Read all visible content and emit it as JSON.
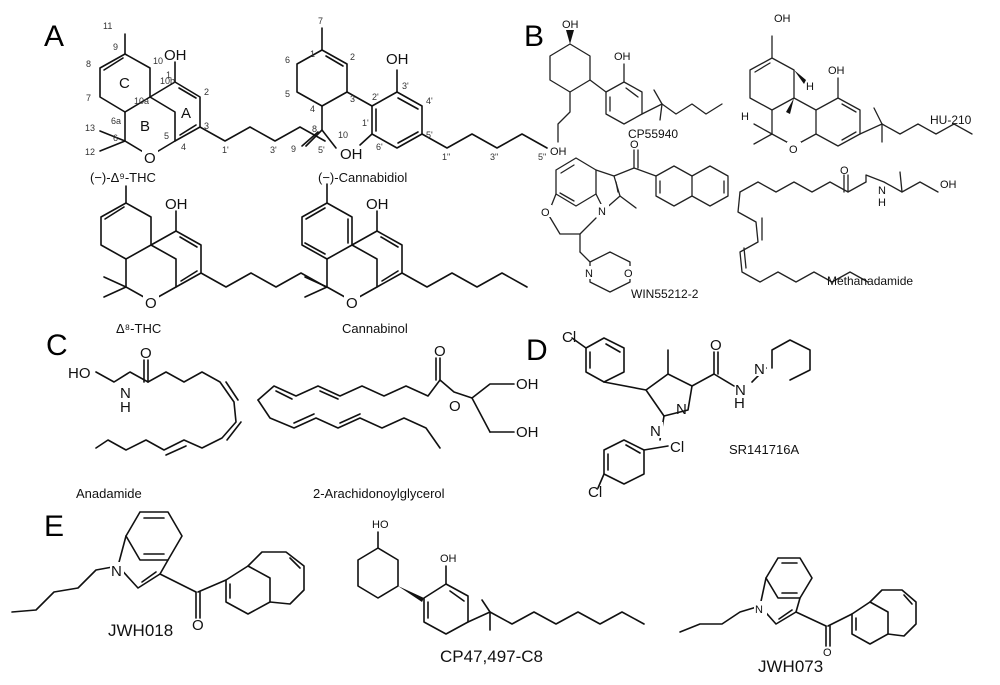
{
  "panels": {
    "A": {
      "letter": "A",
      "compounds": [
        {
          "name": "(−)-Δ⁹-THC",
          "ring_labels": [
            "C",
            "B",
            "A"
          ]
        },
        {
          "name": "(−)-Cannabidiol"
        },
        {
          "name": "Δ⁸-THC"
        },
        {
          "name": "Cannabinol"
        }
      ]
    },
    "B": {
      "letter": "B",
      "compounds": [
        {
          "name": "CP55940"
        },
        {
          "name": "HU-210"
        },
        {
          "name": "WIN55212-2"
        },
        {
          "name": "Methanadamide"
        }
      ]
    },
    "C": {
      "letter": "C",
      "compounds": [
        {
          "name": "Anadamide"
        },
        {
          "name": "2-Arachidonoylglycerol"
        }
      ]
    },
    "D": {
      "letter": "D",
      "compounds": [
        {
          "name": "SR141716A"
        }
      ]
    },
    "E": {
      "letter": "E",
      "compounds": [
        {
          "name": "JWH018"
        },
        {
          "name": "CP47,497-C8"
        },
        {
          "name": "JWH073"
        }
      ]
    }
  },
  "atoms": {
    "OH": "OH",
    "O": "O",
    "N": "N",
    "H": "H",
    "Cl": "Cl",
    "HO": "HO"
  },
  "atom_numbers": {
    "thc": [
      "11",
      "9",
      "10",
      "8",
      "7",
      "10a",
      "10b",
      "1",
      "2",
      "6a",
      "3",
      "13",
      "6",
      "5",
      "4",
      "12",
      "1'",
      "3'",
      "5'"
    ],
    "cbd": [
      "7",
      "1",
      "2",
      "6",
      "3",
      "5",
      "4",
      "8",
      "10",
      "9",
      "2'",
      "3'",
      "4'",
      "1'",
      "6'",
      "5'",
      "1\"",
      "3\"",
      "5\""
    ]
  }
}
